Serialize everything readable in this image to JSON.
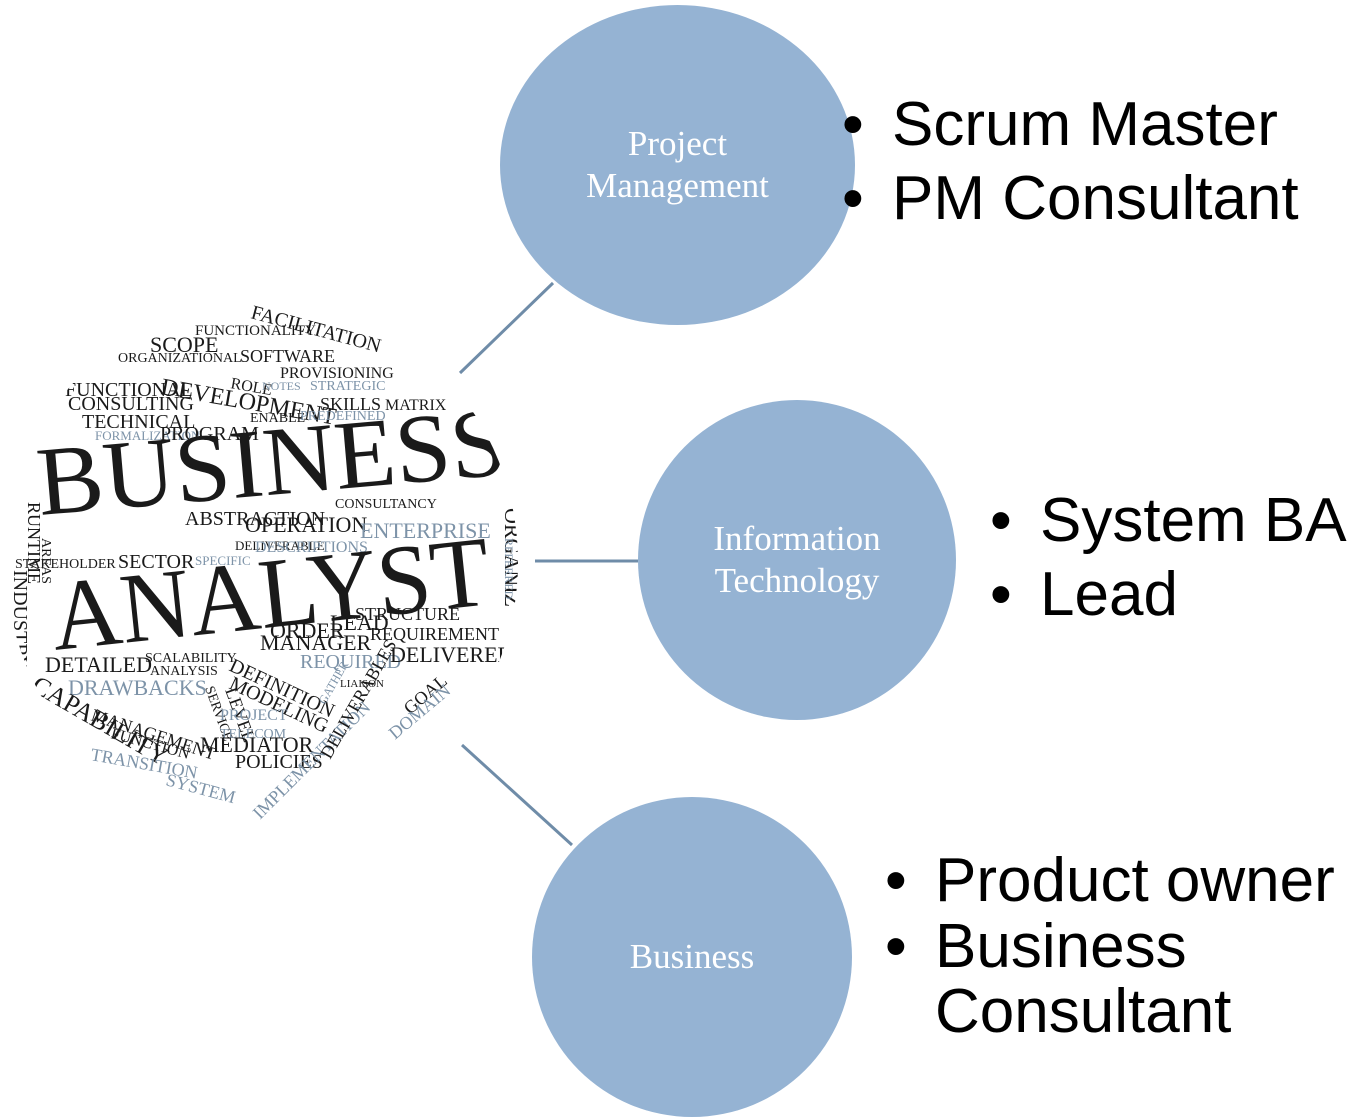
{
  "word_cloud": {
    "headline_1": "BUSINESS",
    "headline_2": "ANALYST",
    "words": [
      "FACILITATION",
      "FUNCTIONALITY",
      "SCOPE",
      "ORGANIZATIONAL",
      "SOFTWARE",
      "PROVISIONING",
      "ROLE",
      "NOTES",
      "STRATEGIC",
      "FUNCTIONAL",
      "DEVELOPMENT",
      "CONSULTING",
      "SKILLS",
      "TECHNICAL",
      "FORMALIZATION",
      "PROGRAM",
      "ENABLE",
      "PREDEFINED",
      "MATRIX",
      "RUNTIME",
      "ABSTRACTION",
      "CONSULTANCY",
      "OPERATION",
      "DELIVERABLE",
      "AREAS",
      "STAKEHOLDER",
      "SECTOR",
      "SPECIFIC",
      "DESCRIPTIONS",
      "ENTERPRISE",
      "INDUSTRY",
      "ORGANIZ",
      "REFERRED",
      "ORDER",
      "LEAD",
      "STRUCTURE",
      "REQUIREMENT",
      "MANAGER",
      "DETAILED",
      "SCALABILITY",
      "ANALYSIS",
      "REQUIRED",
      "DELIVERED",
      "DEFINITION",
      "DRAWBACKS",
      "MODELING",
      "LIAISON",
      "CAPABILITY",
      "MANAGEMENT",
      "SERVICE",
      "LEVEL",
      "PROJECT",
      "GOAL",
      "DOMAIN",
      "FUNCTION",
      "TELECOM",
      "GATHER",
      "MEDIATOR",
      "TRANSITION",
      "POLICIES",
      "IMPLEMENTATION",
      "DELIVERABLES",
      "SYSTEM"
    ]
  },
  "nodes": [
    {
      "id": "pm",
      "label_lines": [
        "Project",
        "Management"
      ],
      "items": [
        "Scrum Master",
        "PM Consultant"
      ]
    },
    {
      "id": "it",
      "label_lines": [
        "Information",
        "Technology"
      ],
      "items": [
        "System BA",
        "Lead"
      ]
    },
    {
      "id": "biz",
      "label_lines": [
        "Business"
      ],
      "items": [
        "Product owner",
        "Business Consultant"
      ]
    }
  ],
  "colors": {
    "circle_fill": "#95b3d3",
    "circle_text": "#ffffff",
    "connector": "#6f8ca8",
    "bullet_text": "#000000",
    "cloud_dark": "#1a1a1a",
    "cloud_accent": "#7d93a8"
  }
}
